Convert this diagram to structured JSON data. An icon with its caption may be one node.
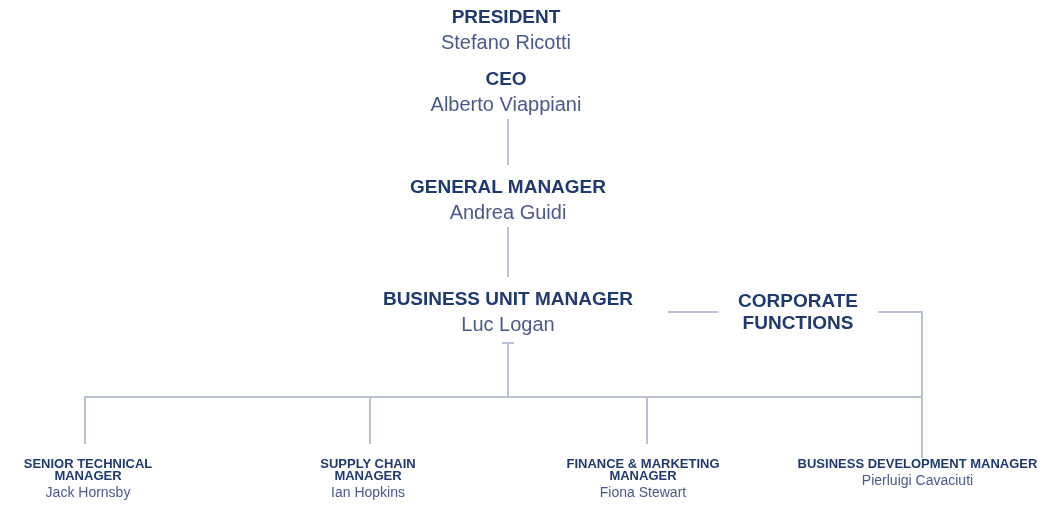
{
  "diagram": {
    "nodes": [
      {
        "text": [
          "PRESIDENT",
          "Stefano Ricotti"
        ]
      },
      {
        "text": [
          "CEO",
          "Alberto Viappiani"
        ]
      },
      {
        "text": [
          "GENERAL MANAGER",
          "Andrea Guidi"
        ]
      },
      {
        "text": [
          "BUSINESS UNIT MANAGER",
          "Luc Logan"
        ]
      },
      {
        "text": [
          "CORPORATE FUNCTIONS"
        ]
      },
      {
        "text": [
          "SENIOR TECHNICAL MANAGER",
          "Jack Hornsby"
        ]
      },
      {
        "text": [
          "SUPPLY CHAIN MANAGER",
          "Ian Hopkins"
        ]
      },
      {
        "text": [
          "FINANCE & MARKETING MANAGER",
          "Fiona Stewart"
        ]
      },
      {
        "text": [
          "BUSINESS DEVELOPMENT MANAGER",
          "Pierluigi Cavaciuti"
        ]
      }
    ],
    "edges": [
      {
        "from": 1,
        "to": 2,
        "arrow": "none"
      },
      {
        "from": 2,
        "to": 3,
        "arrow": "none"
      },
      {
        "from": 3,
        "to": 4,
        "arrow": "none"
      },
      {
        "from": 4,
        "to": 8,
        "arrow": "none"
      },
      {
        "from": 3,
        "to": 5,
        "arrow": "other"
      },
      {
        "from": 3,
        "to": 6,
        "arrow": "other"
      },
      {
        "from": 3,
        "to": 7,
        "arrow": "other"
      },
      {
        "from": 3,
        "to": 8,
        "arrow": "other"
      }
    ]
  }
}
